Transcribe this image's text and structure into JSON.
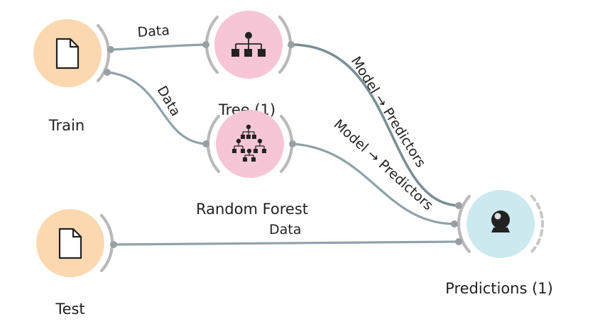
{
  "nodes": {
    "train": {
      "label": "Train",
      "icon": "file-icon",
      "color": "#fbd8b0"
    },
    "test": {
      "label": "Test",
      "icon": "file-icon",
      "color": "#fbd8b0"
    },
    "tree": {
      "label": "Tree (1)",
      "icon": "tree-icon",
      "color": "#f6c6d6"
    },
    "random_forest": {
      "label": "Random Forest",
      "icon": "forest-icon",
      "color": "#f6c6d6"
    },
    "predictions": {
      "label": "Predictions (1)",
      "icon": "crystal-ball-icon",
      "color": "#cbe9ee"
    }
  },
  "links": {
    "train_tree": "Data",
    "train_forest": "Data",
    "tree_predictions": "Model → Predictors",
    "forest_predictions": "Model → Predictors",
    "test_predictions": "Data"
  },
  "colors": {
    "link": "#8ea3a8",
    "arc": "#b9b9b9",
    "port": "#9aa0a2"
  }
}
